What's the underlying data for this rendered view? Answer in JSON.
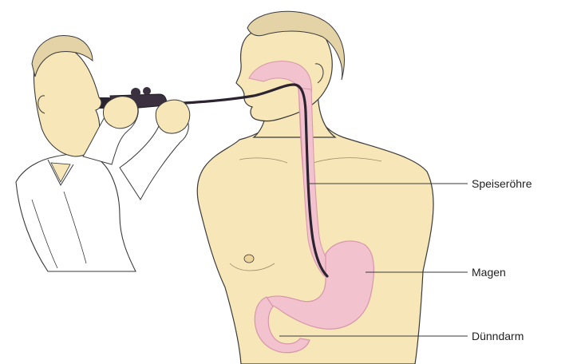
{
  "labels": {
    "esophagus": "Speiseröhre",
    "stomach": "Magen",
    "small_intestine": "Dünndarm"
  },
  "colors": {
    "skin": "#f6e6b8",
    "skin_shade": "#ecd49a",
    "organ": "#f2c3cf",
    "organ_dark": "#d795aa",
    "endoscope": "#2b2330",
    "hair": "#e3d3a6",
    "line": "#3a3a3a",
    "coat": "#ffffff"
  }
}
